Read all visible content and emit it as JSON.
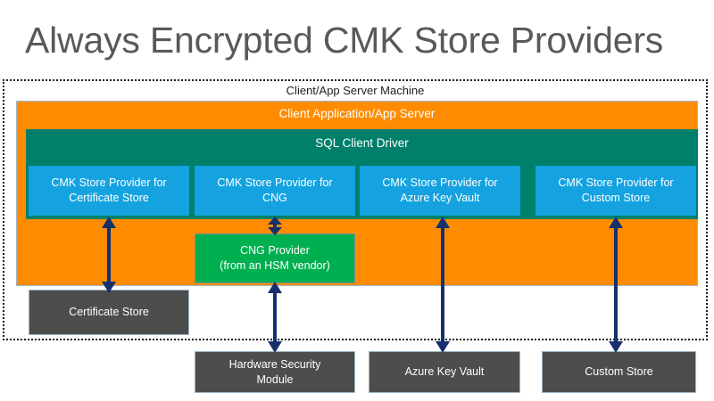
{
  "slide": {
    "title": "Always Encrypted CMK Store Providers",
    "background_color": "#FFFFFF"
  },
  "colors": {
    "title_text": "#595959",
    "orange_band": "#FF8C00",
    "teal_band": "#00806B",
    "blue_box": "#14A3E0",
    "green_box": "#00B050",
    "gray_box": "#4D4D4D",
    "arrow_navy": "#16306B",
    "boundary_dotted": "#1A1A1A"
  },
  "machine": {
    "label": "Client/App Server Machine"
  },
  "client_application": {
    "label": "Client Application/App Server"
  },
  "sql_driver": {
    "label": "SQL Client Driver"
  },
  "providers": [
    {
      "line1": "CMK Store Provider for",
      "line2": "Certificate Store"
    },
    {
      "line1": "CMK Store Provider for",
      "line2": "CNG"
    },
    {
      "line1": "CMK Store Provider for",
      "line2": "Azure Key Vault"
    },
    {
      "line1": "CMK Store Provider for",
      "line2": "Custom Store"
    }
  ],
  "cng_provider": {
    "line1": "CNG Provider",
    "line2": "(from an HSM vendor)"
  },
  "stores": {
    "certificate": {
      "line1": "Certificate Store",
      "line2": ""
    },
    "hsm": {
      "line1": "Hardware Security",
      "line2": "Module"
    },
    "azure_key_vault": {
      "line1": "Azure Key Vault",
      "line2": ""
    },
    "custom": {
      "line1": "Custom Store",
      "line2": ""
    }
  },
  "arrows": [
    {
      "name": "arrow-cert-provider-to-certificate-store",
      "direction": "double",
      "orientation": "vertical"
    },
    {
      "name": "arrow-cng-provider-to-cng-box",
      "direction": "double",
      "orientation": "vertical"
    },
    {
      "name": "arrow-cng-box-to-hsm",
      "direction": "double",
      "orientation": "vertical"
    },
    {
      "name": "arrow-akv-provider-to-azure-key-vault",
      "direction": "double",
      "orientation": "vertical"
    },
    {
      "name": "arrow-custom-provider-to-custom-store",
      "direction": "double",
      "orientation": "vertical"
    }
  ]
}
